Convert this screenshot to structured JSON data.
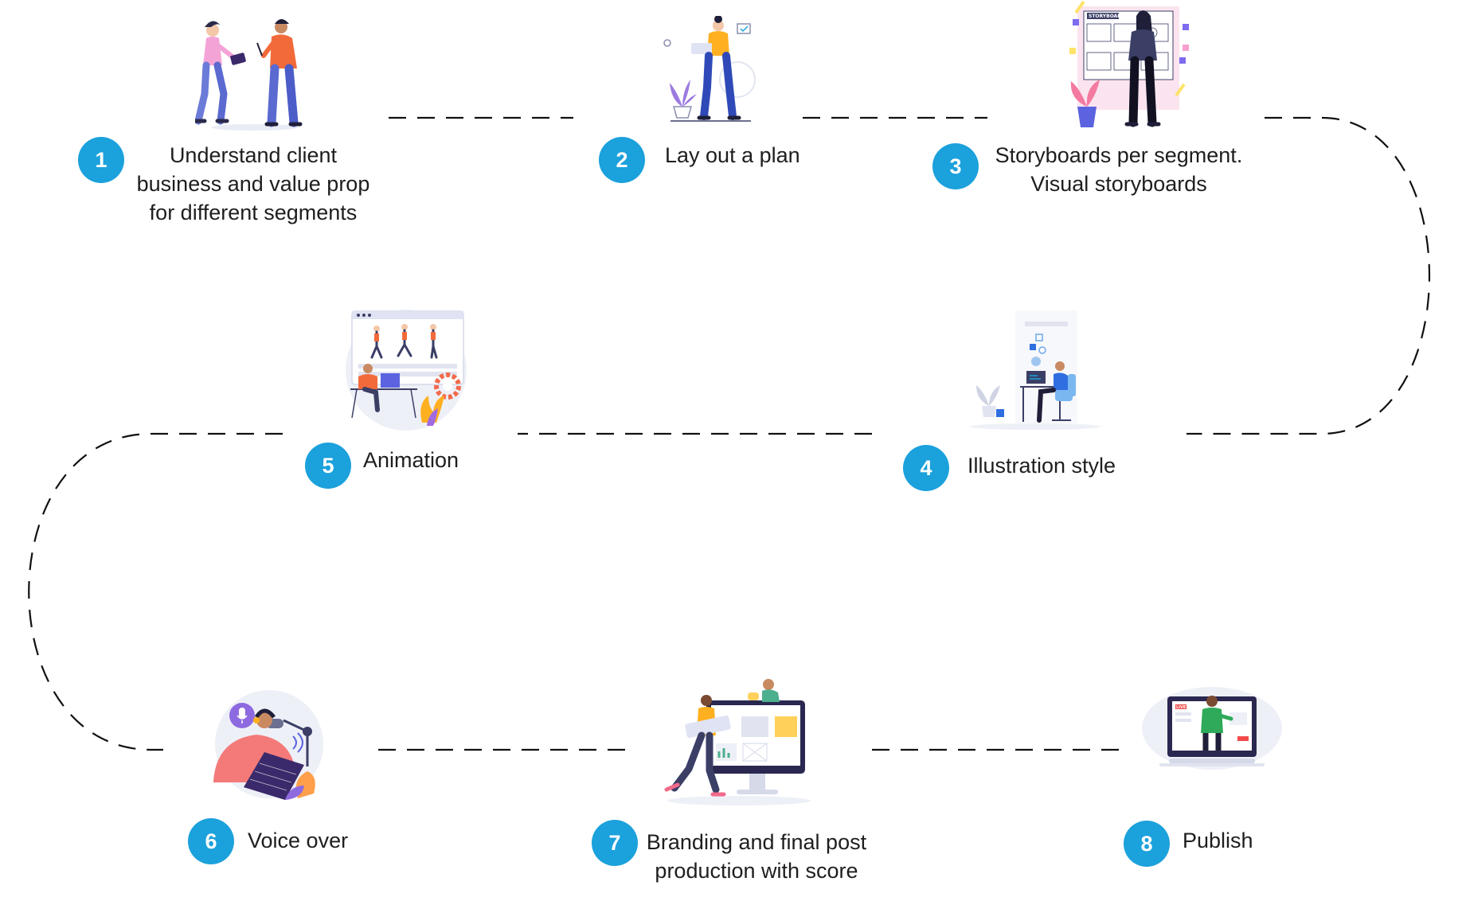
{
  "colors": {
    "accent": "#1ba1dc",
    "text": "#1e1e1e",
    "dash": "#111111"
  },
  "steps": [
    {
      "number": "1",
      "label_lines": [
        "Understand client",
        "business and value prop",
        "for different segments"
      ],
      "illustration": "two-people-discussing-illustration"
    },
    {
      "number": "2",
      "label_lines": [
        "Lay out a plan"
      ],
      "illustration": "woman-planning-illustration"
    },
    {
      "number": "3",
      "label_lines": [
        "Storyboards per segment.",
        "Visual storyboards"
      ],
      "illustration": "storyboard-illustration"
    },
    {
      "number": "4",
      "label_lines": [
        "Illustration style"
      ],
      "illustration": "designer-at-desk-illustration"
    },
    {
      "number": "5",
      "label_lines": [
        "Animation"
      ],
      "illustration": "animation-screen-illustration"
    },
    {
      "number": "6",
      "label_lines": [
        "Voice over"
      ],
      "illustration": "voice-recording-illustration"
    },
    {
      "number": "7",
      "label_lines": [
        "Branding and final post",
        "production with score"
      ],
      "illustration": "branding-monitor-illustration"
    },
    {
      "number": "8",
      "label_lines": [
        "Publish"
      ],
      "illustration": "publish-live-illustration"
    }
  ],
  "illustration_texts": {
    "storyboard_header": "STORYBOARD",
    "live_badge": "LIVE"
  }
}
